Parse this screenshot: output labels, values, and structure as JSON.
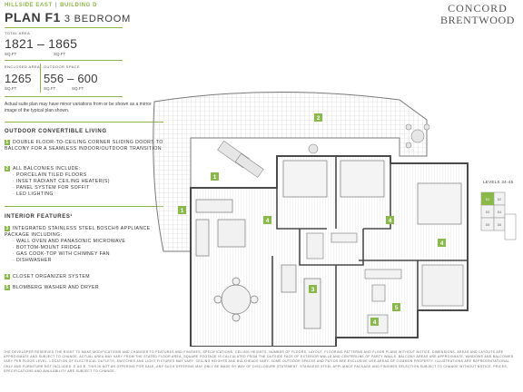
{
  "header": {
    "building_area": "HILLSIDE EAST",
    "separator": "|",
    "building": "BUILDING D",
    "plan_name": "PLAN F1",
    "bedrooms": "3 BEDROOM"
  },
  "areas": {
    "total_label": "TOTAL AREA",
    "total_value": "1821 – 1865",
    "total_unit_left": "SQ.FT",
    "total_unit_right": "SQ.FT",
    "enclosed_label": "ENCLOSED AREA",
    "enclosed_value": "1265",
    "enclosed_unit": "SQ.FT",
    "outdoor_label": "OUTDOOR SPACE",
    "outdoor_value": "556 – 600",
    "outdoor_unit_left": "SQ.FT",
    "outdoor_unit_right": "SQ.FT"
  },
  "note": "Actual suite plan may have minor variations from or be shown as a mirror image of the typical plan shown.",
  "outdoor": {
    "heading": "OUTDOOR CONVERTIBLE LIVING",
    "item1_num": "1",
    "item1": "DOUBLE FLOOR-TO-CEILING CORNER SLIDING DOORS TO BALCONY FOR A SEAMLESS INDOOR/OUTDOOR TRANSITION",
    "item2_num": "2",
    "item2": "ALL BALCONIES INCLUDE:",
    "item2_subs": [
      "· PORCELAIN TILED FLOORS",
      "· INSET RADIANT CEILING HEATER(S)",
      "· PANEL SYSTEM FOR SOFFIT",
      "· LED LIGHTING"
    ]
  },
  "interior": {
    "heading": "INTERIOR FEATURES¹",
    "item3_num": "3",
    "item3": "INTEGRATED STAINLESS STEEL BOSCH® APPLIANCE PACKAGE INCLUDING:",
    "item3_subs": [
      "· WALL OVEN AND PANASONIC MICROWAVE",
      "· BOTTOM-MOUNT FRIDGE",
      "· GAS COOK-TOP WITH CHIMNEY FAN",
      "· DISHWASHER"
    ],
    "item4_num": "4",
    "item4": "CLOSET ORGANIZER SYSTEM",
    "item5_num": "5",
    "item5": "BLOMBERG WASHER AND DRYER"
  },
  "logo": {
    "line1": "CONCORD",
    "line2": "BRENTWOOD"
  },
  "keyplan": {
    "label": "LEVELS 34-45",
    "units": [
      "D1",
      "D2",
      "D3",
      "D4",
      "D5",
      "D6"
    ]
  },
  "plan_badges": [
    "1",
    "2",
    "3",
    "4",
    "5"
  ],
  "fineprint": "The developer reserves the right to make modifications and changes to features and finishes, specifications, ceiling heights, number of floors, layout, flooring patterns and floor plans without notice. Dimensions, areas and layouts are approximate and subject to change. Actual area may vary from the stated floor area. Square footage is calculated from the outside face of exterior walls and centerline of party walls. Balcony areas are approximate. Windows and balconies vary per floor level. Location of electrical outlets, switches and light fixtures may vary. Ceiling heights and bulkheads vary. Some outdoor spaces and patios are exclusive use areas of common property. Illustrations are representational only and furniture not included. E.&O.E. This is not an offering for sale, any such offering may only be made by way of disclosure statement. Stainless steel appliance package and finishes selection subject to change without notice. Prices, specifications and availability are subject to change."
}
